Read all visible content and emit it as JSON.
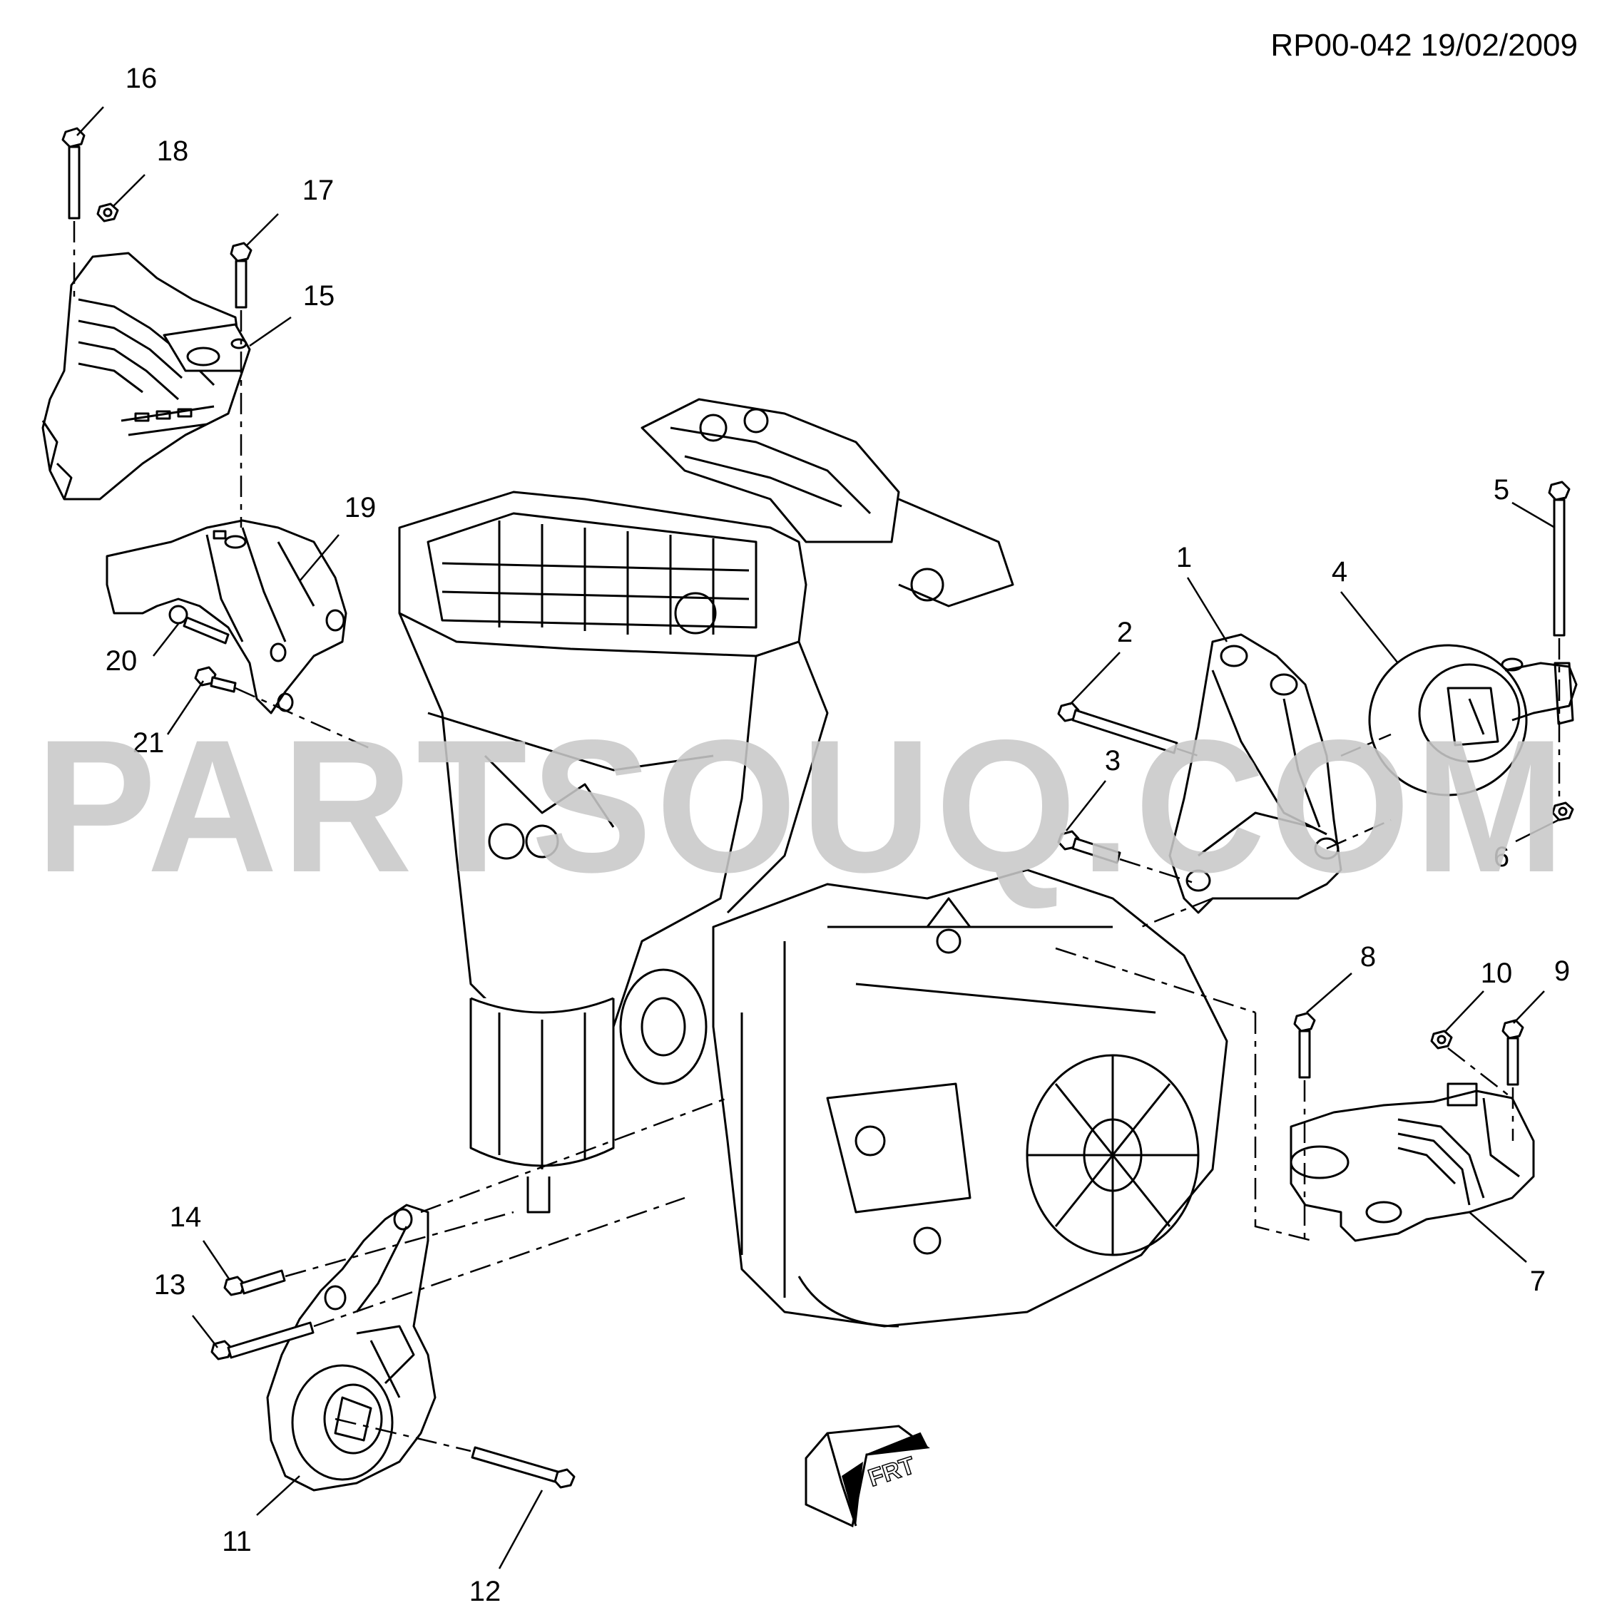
{
  "diagram": {
    "reference": "RP00-042 19/02/2009",
    "watermark": "PARTSOUQ.COM",
    "front_arrow_text": "FRT",
    "callouts": [
      "1",
      "2",
      "3",
      "4",
      "5",
      "6",
      "7",
      "8",
      "9",
      "10",
      "11",
      "12",
      "13",
      "14",
      "15",
      "16",
      "17",
      "18",
      "19",
      "20",
      "21"
    ]
  },
  "colors": {
    "line": "#000000",
    "watermark": "#c8c8c8",
    "background": "#ffffff"
  }
}
